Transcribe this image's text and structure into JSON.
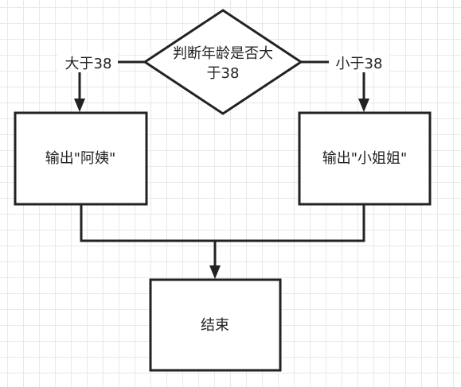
{
  "decision": {
    "line1": "判断年龄是否大",
    "line2": "于38"
  },
  "branches": {
    "left_label": "大于38",
    "right_label": "小于38"
  },
  "process_left": {
    "text": "输出\"阿姨\""
  },
  "process_right": {
    "text": "输出\"小姐姐\""
  },
  "end_node": {
    "text": "结束"
  },
  "colors": {
    "stroke": "#222222",
    "grid": "#e9e9e9",
    "background": "#ffffff"
  }
}
